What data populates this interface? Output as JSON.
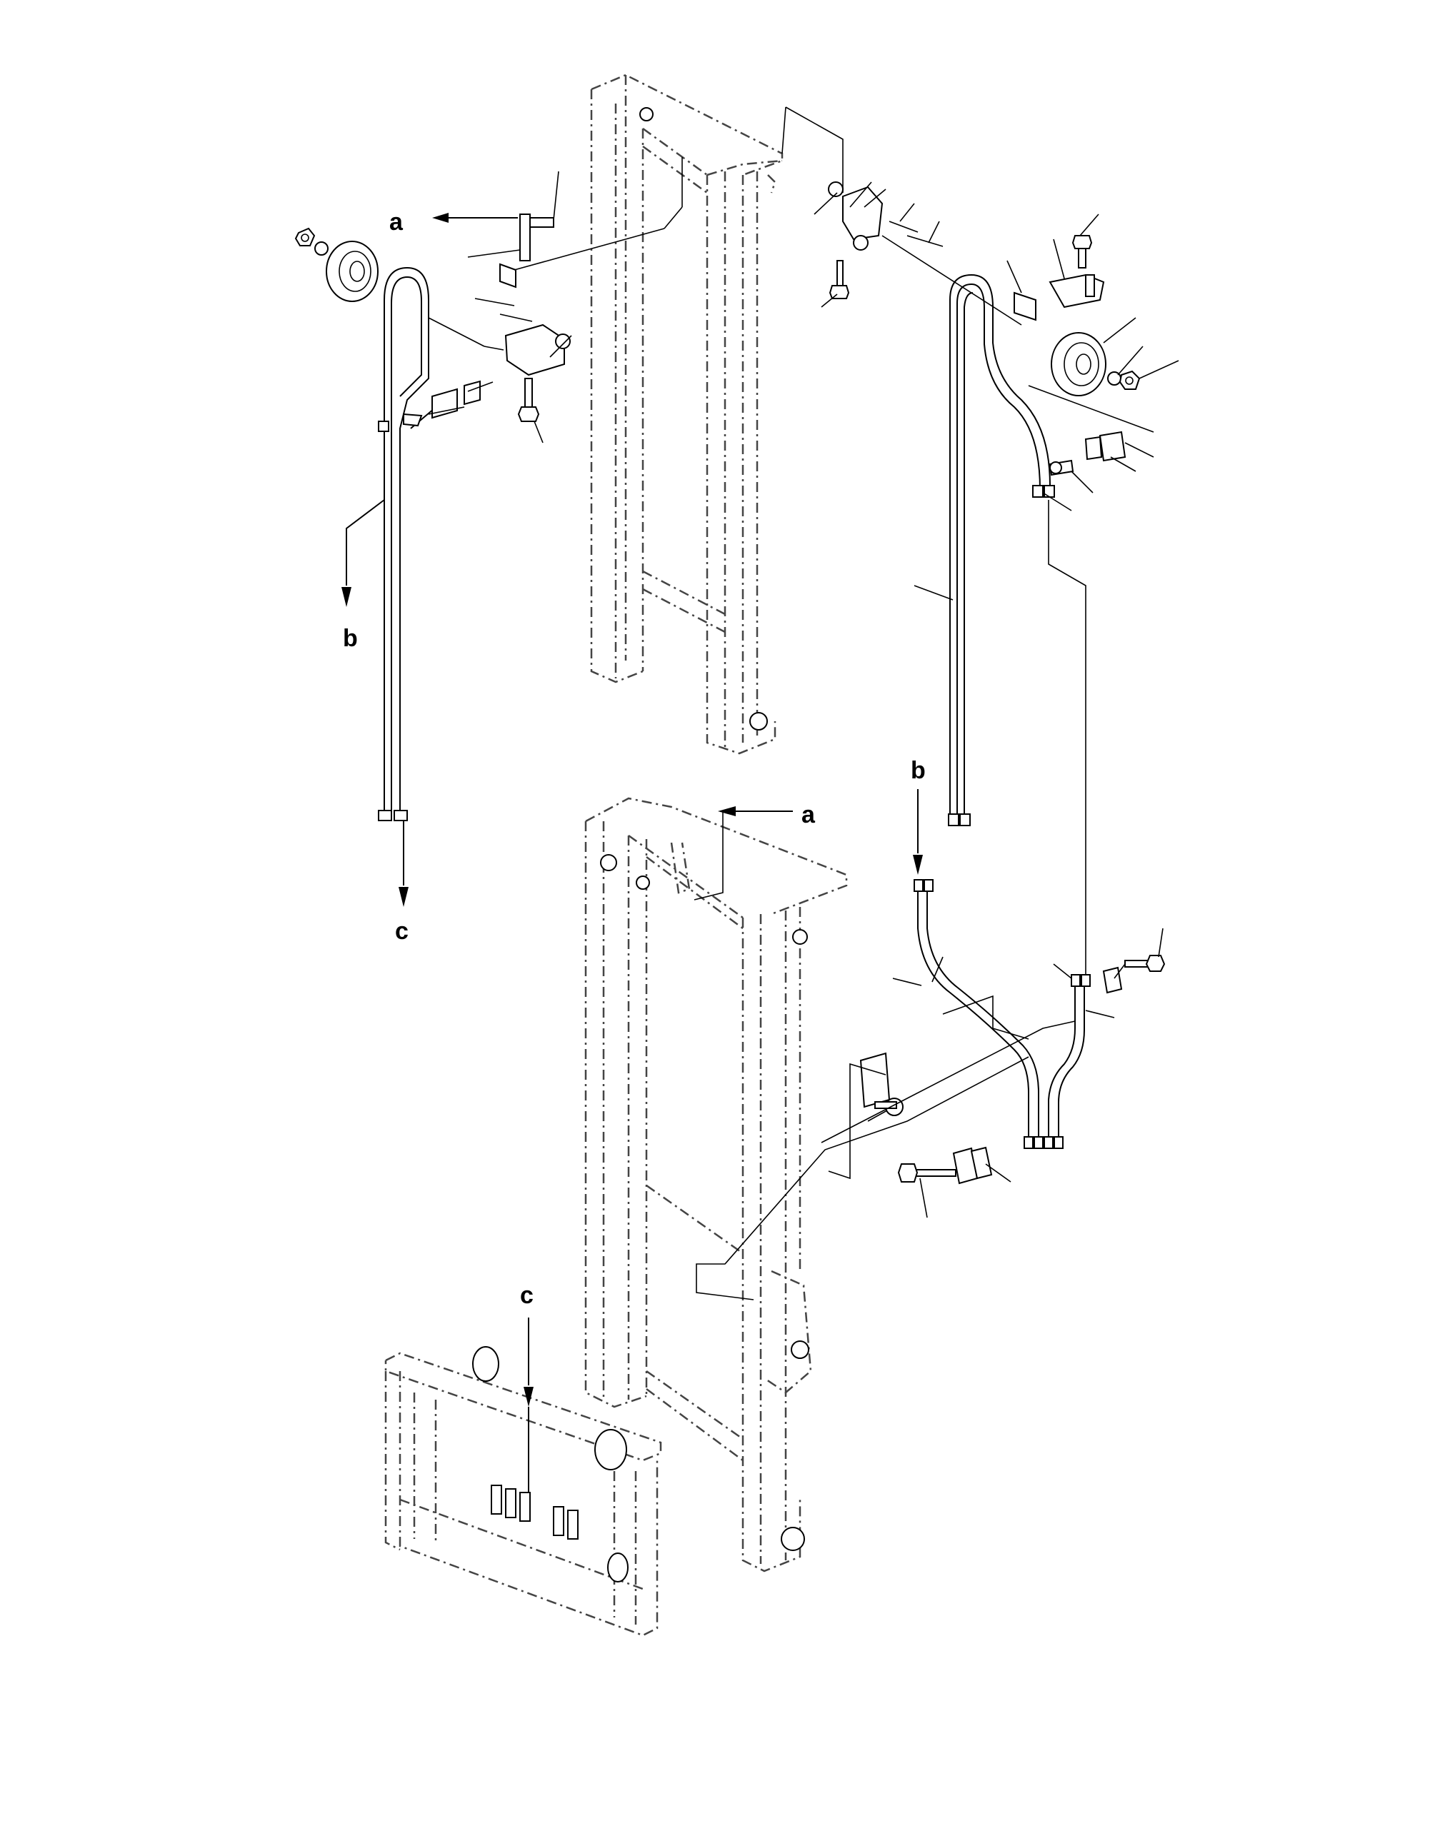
{
  "figure": {
    "ref_labels": {
      "a_top": "a",
      "b_top": "b",
      "c_top": "c",
      "a_bottom": "a",
      "b_bottom": "b",
      "c_bottom": "c"
    }
  }
}
